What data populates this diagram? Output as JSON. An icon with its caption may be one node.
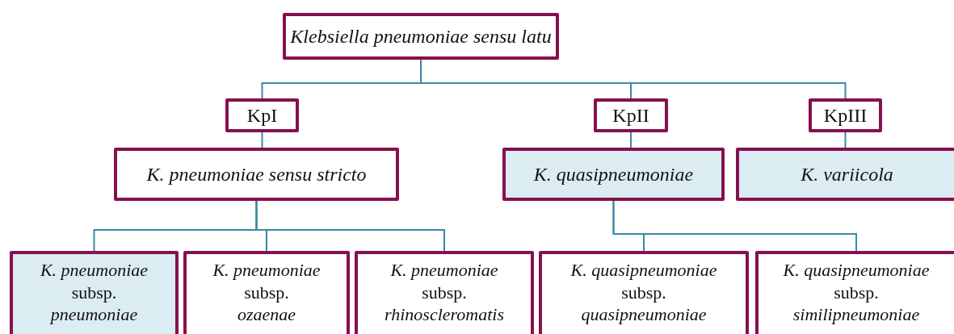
{
  "diagram": {
    "nodes": [
      {
        "text": [
          "Klebsiella pneumoniae sensu latu"
        ]
      },
      {
        "text": [
          "KpI"
        ]
      },
      {
        "text": [
          "KpII"
        ]
      },
      {
        "text": [
          "KpIII"
        ]
      },
      {
        "text": [
          "K. pneumoniae sensu stricto"
        ]
      },
      {
        "text": [
          "K. quasipneumoniae"
        ]
      },
      {
        "text": [
          "K. variicola"
        ]
      },
      {
        "text": [
          "*K. pneumoniae* subsp. *pneumoniae*"
        ]
      },
      {
        "text": [
          "*K. pneumoniae* subsp. *ozaenae*"
        ]
      },
      {
        "text": [
          "*K. pneumoniae* subsp. *rhinoscleromatis*"
        ]
      },
      {
        "text": [
          "*K. quasipneumoniae* subsp. *quasipneumoniae*"
        ]
      },
      {
        "text": [
          "*K. quasipneumoniae* subsp. *similipneumoniae*"
        ]
      }
    ],
    "edges": [
      {
        "from": 0,
        "to": 1,
        "arrow": "none"
      },
      {
        "from": 0,
        "to": 2,
        "arrow": "none"
      },
      {
        "from": 0,
        "to": 3,
        "arrow": "none"
      },
      {
        "from": 1,
        "to": 4,
        "arrow": "none"
      },
      {
        "from": 2,
        "to": 5,
        "arrow": "none"
      },
      {
        "from": 3,
        "to": 6,
        "arrow": "none"
      },
      {
        "from": 4,
        "to": 7,
        "arrow": "none"
      },
      {
        "from": 4,
        "to": 8,
        "arrow": "none"
      },
      {
        "from": 4,
        "to": 9,
        "arrow": "none"
      },
      {
        "from": 5,
        "to": 10,
        "arrow": "none"
      },
      {
        "from": 5,
        "to": 11,
        "arrow": "none"
      }
    ]
  }
}
